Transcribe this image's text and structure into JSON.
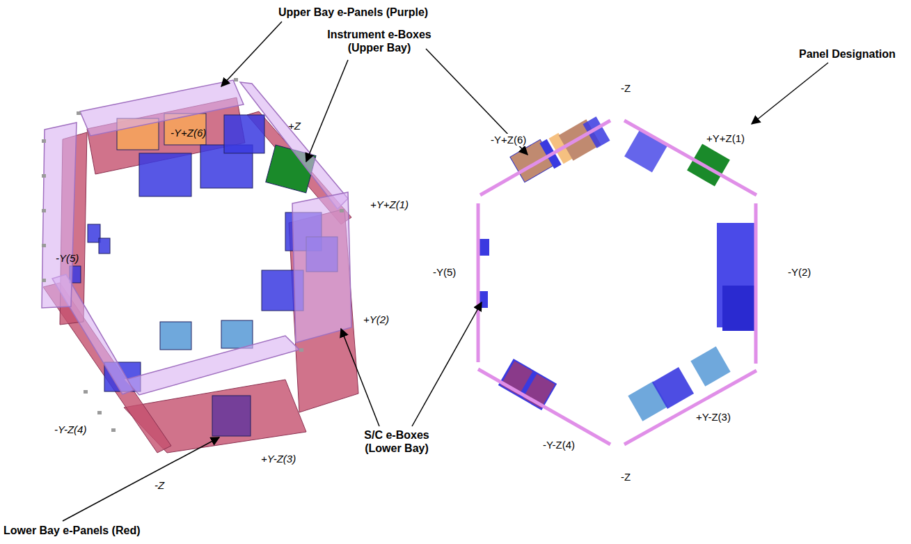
{
  "diagram": {
    "labels": [
      "Upper Bay e-Panels (Purple)",
      "Instrument e-Boxes (Upper Bay)",
      "Panel Designation",
      "-Z",
      "-Y+Z(6)",
      "+Z",
      "+Y+Z(1)",
      "-Y+Z(6)",
      "+Y+Z(1)",
      "-Y(5)",
      "-Y(5)",
      "-Y(2)",
      "+Y(2)",
      "-Y-Z(4)",
      "+Y-Z(3)",
      "S/C e-Boxes (Lower Bay)",
      "+Y-Z(3)",
      "-Y-Z(4)",
      "-Z",
      "-Z",
      "Lower Bay e-Panels (Red)"
    ]
  }
}
